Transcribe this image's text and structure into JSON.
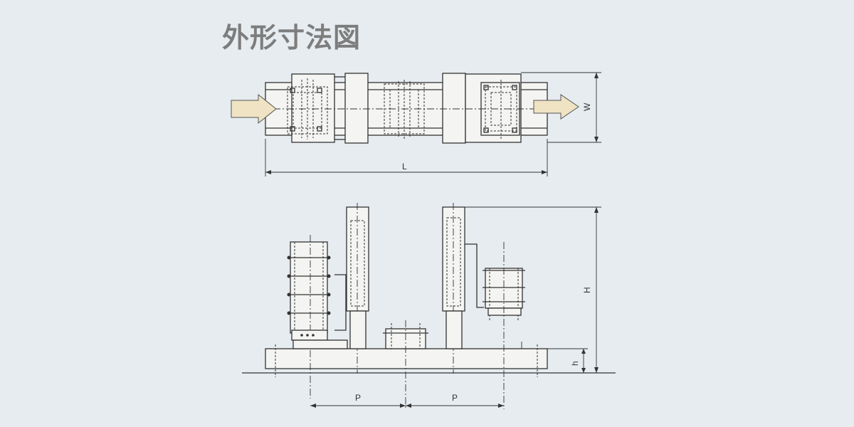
{
  "page": {
    "title": "外形寸法図"
  },
  "top_view": {
    "dimension_labels": {
      "length": "L",
      "width": "W"
    }
  },
  "side_view": {
    "dimension_labels": {
      "height": "H",
      "base_height": "h",
      "pitch_left": "P",
      "pitch_right": "P"
    }
  },
  "colors": {
    "background": "#e6ecf0",
    "arrow_fill": "#efe3c4",
    "line": "#333333",
    "part_fill": "#f4f4f2"
  }
}
